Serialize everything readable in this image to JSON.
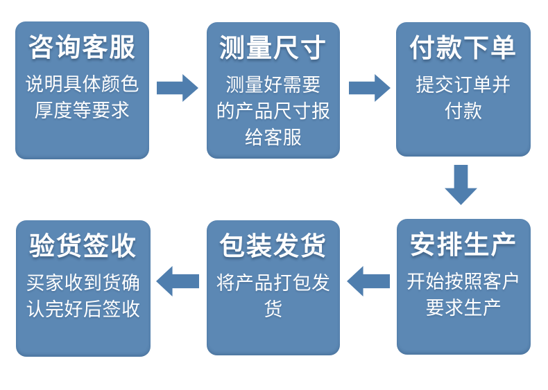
{
  "colors": {
    "box": "#5c88b4",
    "arrow": "#4f7eae",
    "text": "#ffffff",
    "background": "#ffffff"
  },
  "flow": {
    "steps": [
      {
        "title": "咨询客服",
        "lines": [
          "说明具体颜色",
          "厚度等要求"
        ]
      },
      {
        "title": "测量尺寸",
        "lines": [
          "测量好需要",
          "的产品尺寸报",
          "给客服"
        ]
      },
      {
        "title": "付款下单",
        "lines": [
          "提交订单并",
          "付款"
        ]
      },
      {
        "title": "安排生产",
        "lines": [
          "开始按照客户",
          "要求生产"
        ]
      },
      {
        "title": "包装发货",
        "lines": [
          "将产品打包发货"
        ]
      },
      {
        "title": "验货签收",
        "lines": [
          "买家收到货确",
          "认完好后签收"
        ]
      }
    ],
    "arrows": [
      {
        "direction": "right",
        "from": "咨询客服",
        "to": "测量尺寸"
      },
      {
        "direction": "right",
        "from": "测量尺寸",
        "to": "付款下单"
      },
      {
        "direction": "down",
        "from": "付款下单",
        "to": "安排生产"
      },
      {
        "direction": "left",
        "from": "安排生产",
        "to": "包装发货"
      },
      {
        "direction": "left",
        "from": "包装发货",
        "to": "验货签收"
      }
    ]
  }
}
